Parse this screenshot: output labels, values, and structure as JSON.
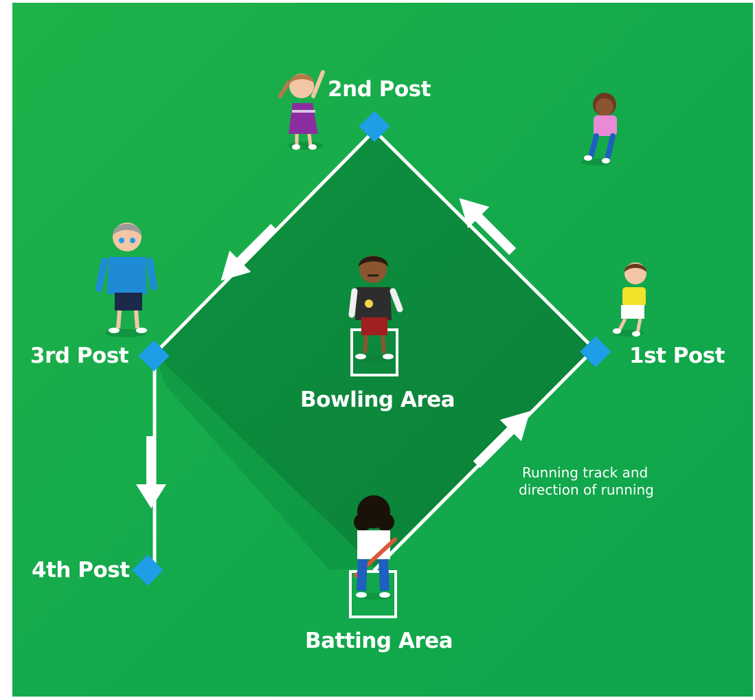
{
  "posts": {
    "first": "1st Post",
    "second": "2nd Post",
    "third": "3rd Post",
    "fourth": "4th Post"
  },
  "areas": {
    "bowling": "Bowling Area",
    "batting": "Batting Area"
  },
  "annotation": {
    "line1": "Running track and",
    "line2": "direction of running"
  },
  "colors": {
    "field": "#12a84b",
    "infield": "#0b8a3c",
    "track": "#ffffff",
    "post": "#1e9ee6"
  }
}
